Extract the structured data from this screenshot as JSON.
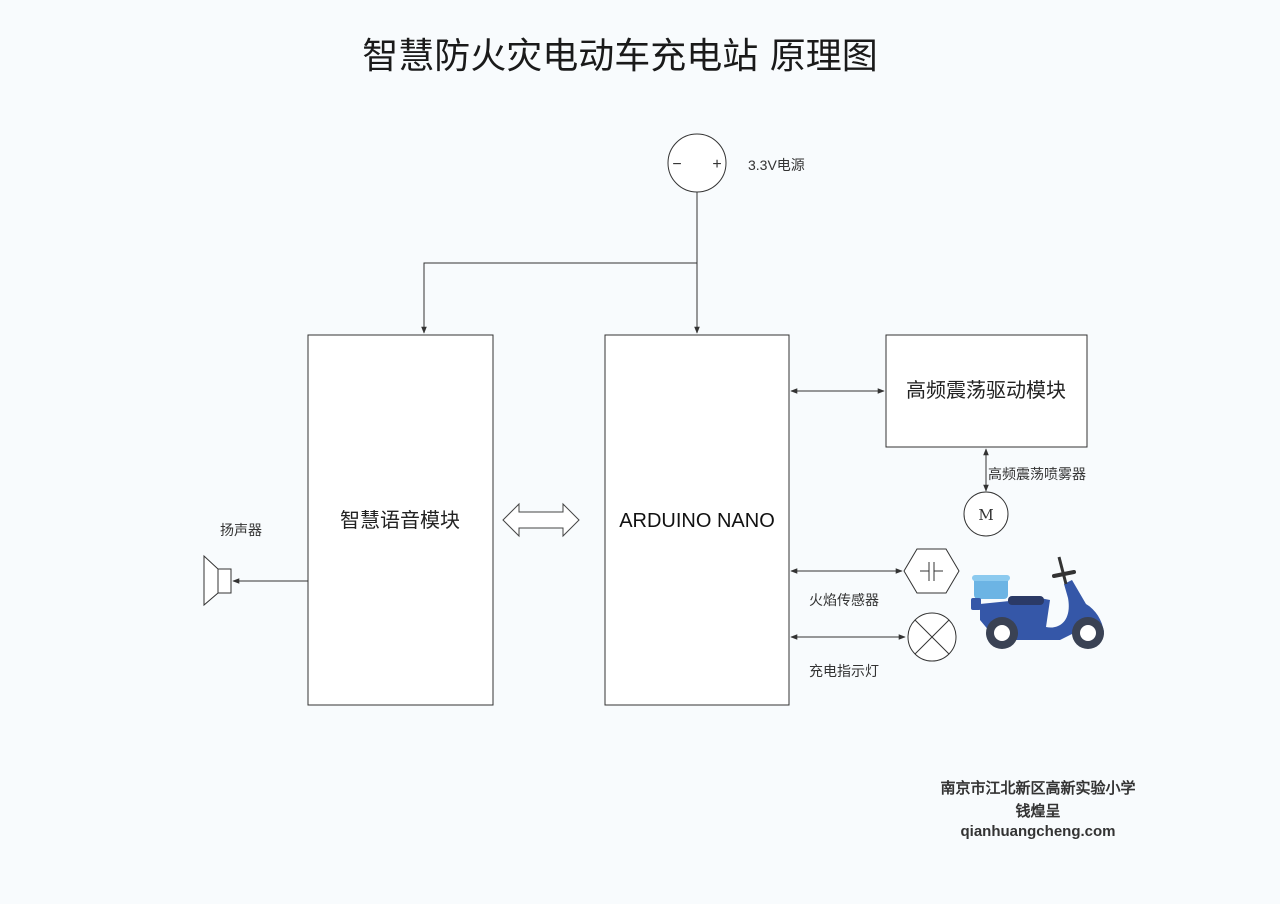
{
  "title": "智慧防火灾电动车充电站 原理图",
  "power_label": "3.3V电源",
  "power_minus": "−",
  "power_plus": "+",
  "voice_module": "智慧语音模块",
  "arduino": "ARDUINO NANO",
  "driver_module": "高频震荡驱动模块",
  "atomizer_label": "高频震荡喷雾器",
  "motor_symbol": "M",
  "speaker_label": "扬声器",
  "flame_sensor_label": "火焰传感器",
  "charge_light_label": "充电指示灯",
  "credit": {
    "school": "南京市江北新区高新实验小学",
    "author": "钱煌呈",
    "website": "qianhuangcheng.com"
  },
  "colors": {
    "background": "#f8fbfd",
    "line": "#333333",
    "scooter_body": "#3557a8",
    "scooter_box": "#6cb4e4"
  }
}
